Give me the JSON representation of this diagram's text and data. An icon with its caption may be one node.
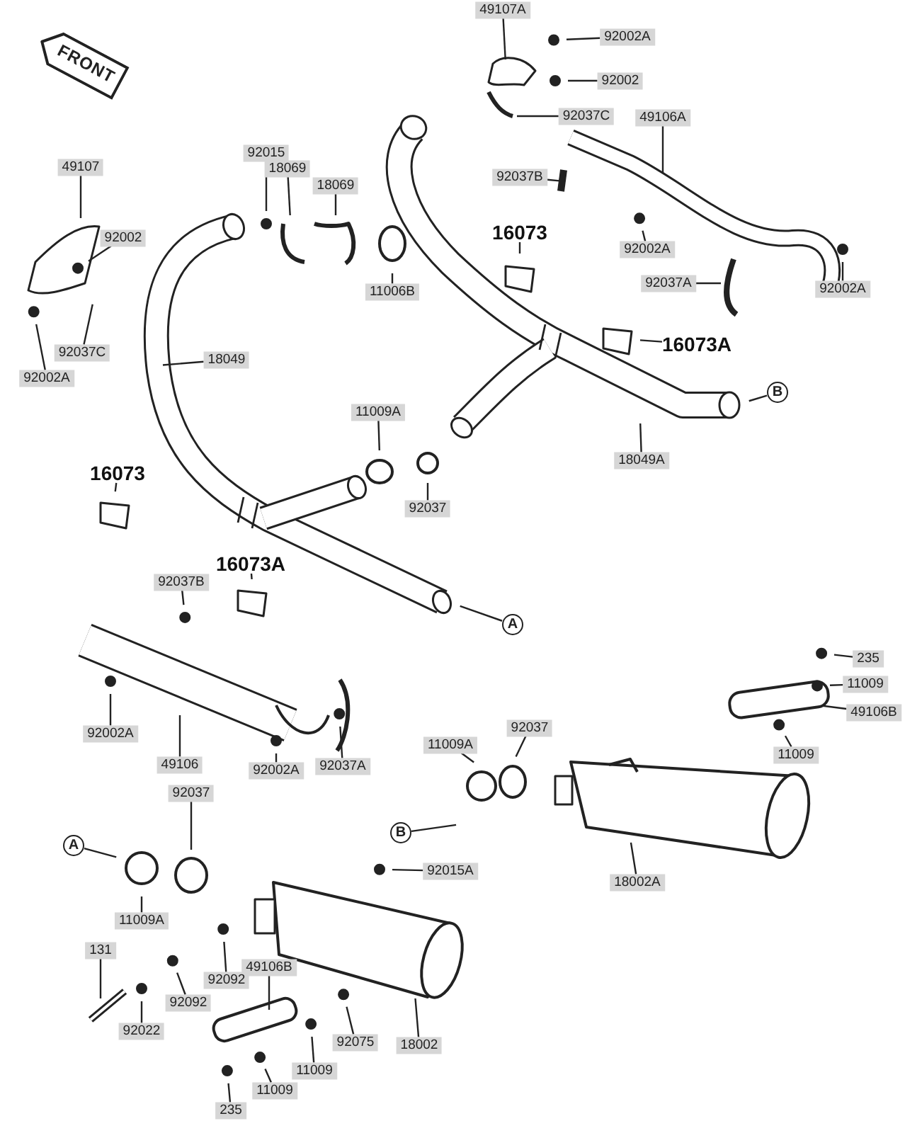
{
  "diagram": {
    "nodes": [
      {
        "text": [
          "FRONT"
        ]
      },
      {
        "text": [
          "49107A"
        ]
      },
      {
        "text": [
          "92002A"
        ]
      },
      {
        "text": [
          "92002"
        ]
      },
      {
        "text": [
          "92037C"
        ]
      },
      {
        "text": [
          "49106A"
        ]
      },
      {
        "text": [
          "92015"
        ]
      },
      {
        "text": [
          "49107"
        ]
      },
      {
        "text": [
          "18069"
        ]
      },
      {
        "text": [
          "92037B"
        ]
      },
      {
        "text": [
          "18069"
        ]
      },
      {
        "text": [
          "16073"
        ]
      },
      {
        "text": [
          "92002"
        ]
      },
      {
        "text": [
          "92002A"
        ]
      },
      {
        "text": [
          "92037A"
        ]
      },
      {
        "text": [
          "92002A"
        ]
      },
      {
        "text": [
          "11006B"
        ]
      },
      {
        "text": [
          "16073A"
        ]
      },
      {
        "text": [
          "92037C"
        ]
      },
      {
        "text": [
          "18049"
        ]
      },
      {
        "text": [
          "92002A"
        ]
      },
      {
        "text": [
          "B"
        ]
      },
      {
        "text": [
          "11009A"
        ]
      },
      {
        "text": [
          "18049A"
        ]
      },
      {
        "text": [
          "16073"
        ]
      },
      {
        "text": [
          "92037"
        ]
      },
      {
        "text": [
          "16073A"
        ]
      },
      {
        "text": [
          "92037B"
        ]
      },
      {
        "text": [
          "A"
        ]
      },
      {
        "text": [
          "235"
        ]
      },
      {
        "text": [
          "11009"
        ]
      },
      {
        "text": [
          "49106B"
        ]
      },
      {
        "text": [
          "92002A"
        ]
      },
      {
        "text": [
          "92037"
        ]
      },
      {
        "text": [
          "11009A"
        ]
      },
      {
        "text": [
          "11009"
        ]
      },
      {
        "text": [
          "49106"
        ]
      },
      {
        "text": [
          "92037A"
        ]
      },
      {
        "text": [
          "92002A"
        ]
      },
      {
        "text": [
          "92037"
        ]
      },
      {
        "text": [
          "A"
        ]
      },
      {
        "text": [
          "B"
        ]
      },
      {
        "text": [
          "92015A"
        ]
      },
      {
        "text": [
          "18002A"
        ]
      },
      {
        "text": [
          "11009A"
        ]
      },
      {
        "text": [
          "131"
        ]
      },
      {
        "text": [
          "49106B"
        ]
      },
      {
        "text": [
          "92092"
        ]
      },
      {
        "text": [
          "92092"
        ]
      },
      {
        "text": [
          "92022"
        ]
      },
      {
        "text": [
          "92075"
        ]
      },
      {
        "text": [
          "18002"
        ]
      },
      {
        "text": [
          "11009"
        ]
      },
      {
        "text": [
          "11009"
        ]
      },
      {
        "text": [
          "235"
        ]
      }
    ],
    "edges": [
      {
        "from": 1,
        "to": null,
        "arrow": "none"
      },
      {
        "from": 2,
        "to": null,
        "arrow": "none"
      },
      {
        "from": 3,
        "to": null,
        "arrow": "none"
      },
      {
        "from": 4,
        "to": null,
        "arrow": "none"
      },
      {
        "from": 5,
        "to": null,
        "arrow": "none"
      },
      {
        "from": 6,
        "to": null,
        "arrow": "none"
      },
      {
        "from": 7,
        "to": null,
        "arrow": "none"
      },
      {
        "from": 8,
        "to": null,
        "arrow": "none"
      },
      {
        "from": 9,
        "to": null,
        "arrow": "none"
      },
      {
        "from": 10,
        "to": null,
        "arrow": "none"
      },
      {
        "from": 11,
        "to": null,
        "arrow": "none"
      },
      {
        "from": 12,
        "to": null,
        "arrow": "none"
      },
      {
        "from": 13,
        "to": null,
        "arrow": "none"
      },
      {
        "from": 14,
        "to": null,
        "arrow": "none"
      },
      {
        "from": 15,
        "to": null,
        "arrow": "none"
      },
      {
        "from": 16,
        "to": null,
        "arrow": "none"
      },
      {
        "from": 17,
        "to": null,
        "arrow": "none"
      },
      {
        "from": 18,
        "to": null,
        "arrow": "none"
      },
      {
        "from": 19,
        "to": null,
        "arrow": "none"
      },
      {
        "from": 20,
        "to": null,
        "arrow": "none"
      },
      {
        "from": 21,
        "to": null,
        "arrow": "none"
      },
      {
        "from": 22,
        "to": null,
        "arrow": "none"
      },
      {
        "from": 23,
        "to": null,
        "arrow": "none"
      },
      {
        "from": 24,
        "to": null,
        "arrow": "none"
      },
      {
        "from": 25,
        "to": null,
        "arrow": "none"
      },
      {
        "from": 26,
        "to": null,
        "arrow": "none"
      },
      {
        "from": 27,
        "to": null,
        "arrow": "none"
      },
      {
        "from": 28,
        "to": null,
        "arrow": "none"
      },
      {
        "from": 29,
        "to": null,
        "arrow": "none"
      },
      {
        "from": 30,
        "to": null,
        "arrow": "none"
      },
      {
        "from": 31,
        "to": null,
        "arrow": "none"
      },
      {
        "from": 32,
        "to": null,
        "arrow": "none"
      },
      {
        "from": 33,
        "to": null,
        "arrow": "none"
      },
      {
        "from": 34,
        "to": null,
        "arrow": "none"
      },
      {
        "from": 35,
        "to": null,
        "arrow": "none"
      },
      {
        "from": 36,
        "to": null,
        "arrow": "none"
      },
      {
        "from": 37,
        "to": null,
        "arrow": "none"
      },
      {
        "from": 38,
        "to": null,
        "arrow": "none"
      },
      {
        "from": 39,
        "to": null,
        "arrow": "none"
      },
      {
        "from": 40,
        "to": null,
        "arrow": "none"
      },
      {
        "from": 41,
        "to": null,
        "arrow": "none"
      },
      {
        "from": 42,
        "to": null,
        "arrow": "none"
      },
      {
        "from": 43,
        "to": null,
        "arrow": "none"
      },
      {
        "from": 44,
        "to": null,
        "arrow": "none"
      },
      {
        "from": 45,
        "to": null,
        "arrow": "none"
      },
      {
        "from": 46,
        "to": null,
        "arrow": "none"
      },
      {
        "from": 47,
        "to": null,
        "arrow": "none"
      },
      {
        "from": 48,
        "to": null,
        "arrow": "none"
      },
      {
        "from": 49,
        "to": null,
        "arrow": "none"
      },
      {
        "from": 50,
        "to": null,
        "arrow": "none"
      },
      {
        "from": 51,
        "to": null,
        "arrow": "none"
      },
      {
        "from": 52,
        "to": null,
        "arrow": "none"
      },
      {
        "from": 53,
        "to": null,
        "arrow": "none"
      },
      {
        "from": 54,
        "to": null,
        "arrow": "none"
      }
    ]
  }
}
